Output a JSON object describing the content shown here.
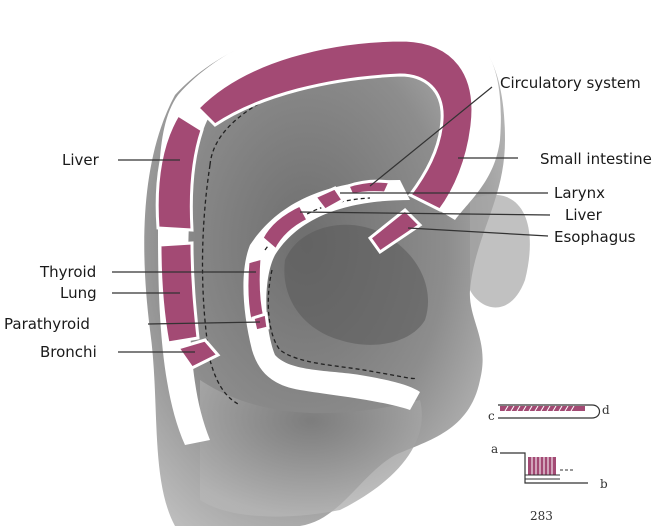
{
  "labels": {
    "circulatory": "Circulatory system",
    "small_intestine": "Small intestine",
    "larynx": "Larynx",
    "liver_right": "Liver",
    "esophagus": "Esophagus",
    "liver_left": "Liver",
    "thyroid": "Thyroid",
    "lung": "Lung",
    "parathyroid": "Parathyroid",
    "bronchi": "Bronchi"
  },
  "legend": {
    "c": "c",
    "d": "d",
    "a": "a",
    "b": "b"
  },
  "page_number": "283",
  "colors": {
    "zone": "#a34a74",
    "skin": "#8f8f8f",
    "background": "#ffffff"
  }
}
